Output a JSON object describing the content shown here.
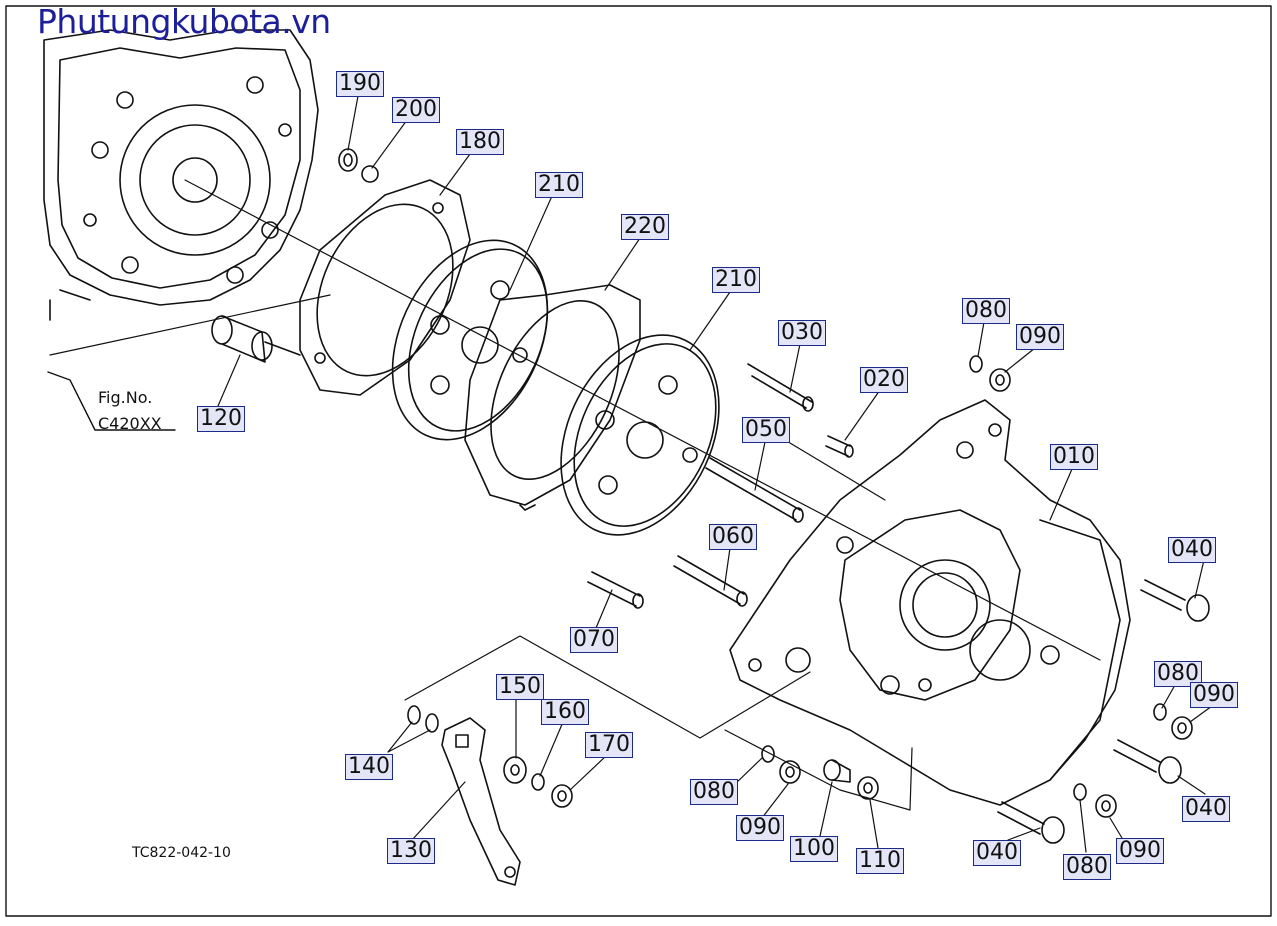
{
  "watermark": "Phutungkubota.vn",
  "figure": {
    "title": "Fig.No.",
    "number": "C420XX"
  },
  "drawing_code": "TC822-042-10",
  "parts": [
    {
      "id": "p190",
      "label": "190"
    },
    {
      "id": "p200",
      "label": "200"
    },
    {
      "id": "p180",
      "label": "180"
    },
    {
      "id": "p210a",
      "label": "210"
    },
    {
      "id": "p220",
      "label": "220"
    },
    {
      "id": "p210b",
      "label": "210"
    },
    {
      "id": "p120",
      "label": "120"
    },
    {
      "id": "p030",
      "label": "030"
    },
    {
      "id": "p080a",
      "label": "080"
    },
    {
      "id": "p090a",
      "label": "090"
    },
    {
      "id": "p020",
      "label": "020"
    },
    {
      "id": "p050",
      "label": "050"
    },
    {
      "id": "p010",
      "label": "010"
    },
    {
      "id": "p060",
      "label": "060"
    },
    {
      "id": "p040a",
      "label": "040"
    },
    {
      "id": "p070",
      "label": "070"
    },
    {
      "id": "p080b",
      "label": "080"
    },
    {
      "id": "p090b",
      "label": "090"
    },
    {
      "id": "p150",
      "label": "150"
    },
    {
      "id": "p160",
      "label": "160"
    },
    {
      "id": "p170",
      "label": "170"
    },
    {
      "id": "p140",
      "label": "140"
    },
    {
      "id": "p080c",
      "label": "080"
    },
    {
      "id": "p090c",
      "label": "090"
    },
    {
      "id": "p100",
      "label": "100"
    },
    {
      "id": "p110",
      "label": "110"
    },
    {
      "id": "p040b",
      "label": "040"
    },
    {
      "id": "p040c",
      "label": "040"
    },
    {
      "id": "p080d",
      "label": "080"
    },
    {
      "id": "p090d",
      "label": "090"
    },
    {
      "id": "p130",
      "label": "130"
    }
  ]
}
